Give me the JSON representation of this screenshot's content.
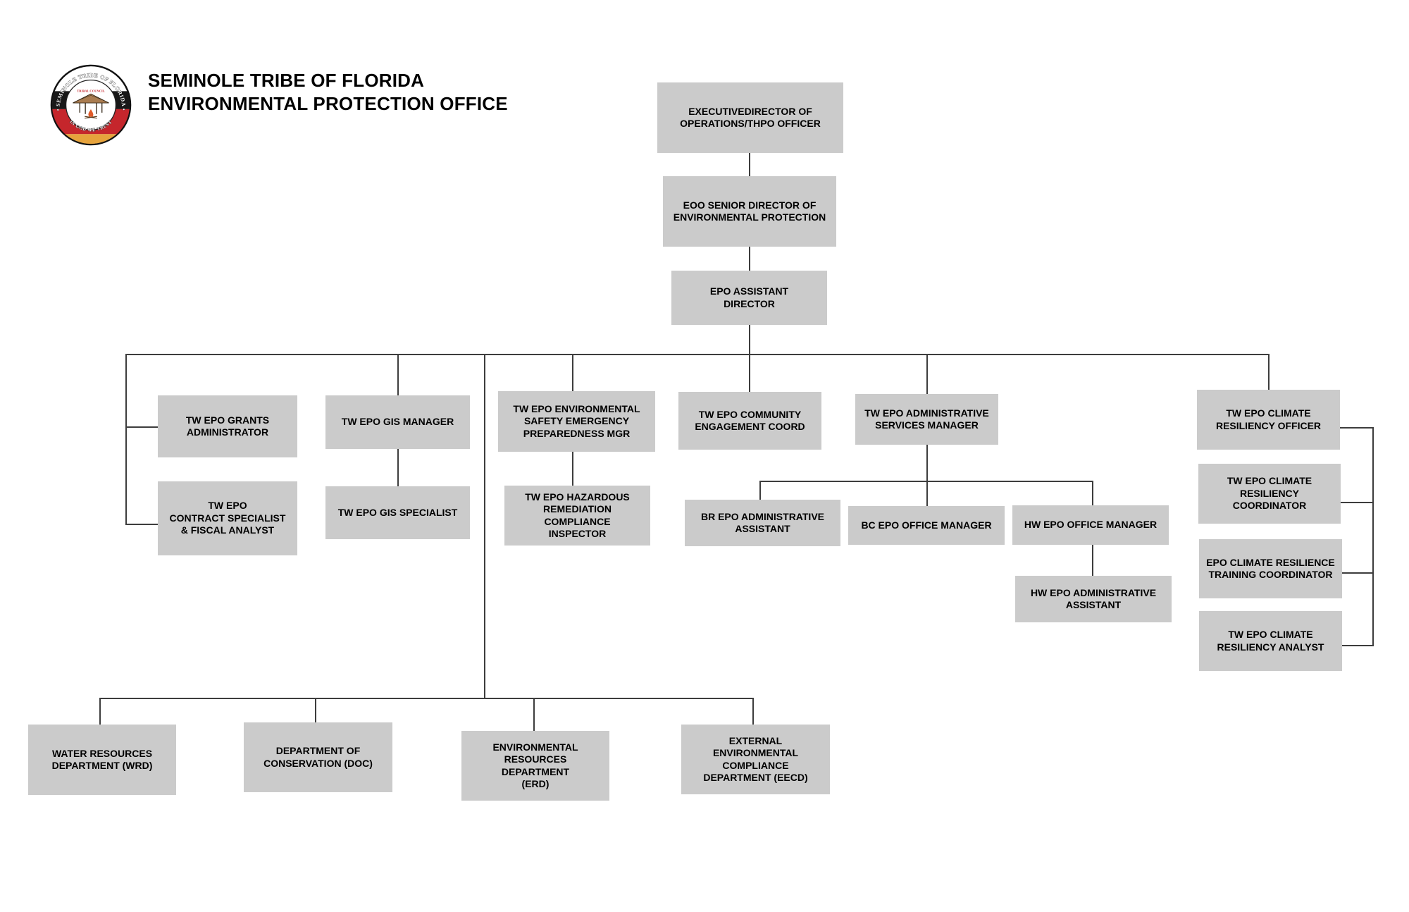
{
  "header": {
    "title_line1": "SEMINOLE TRIBE OF FLORIDA",
    "title_line2": "ENVIRONMENTAL PROTECTION OFFICE"
  },
  "logo": {
    "arc_top": "• SEMINOLE TRIBE OF FLORIDA •",
    "arc_bottom": "IN GOD WE TRUST",
    "council": "TRIBAL COUNCIL"
  },
  "colors": {
    "box_fill": "#cbcbcb",
    "line": "#3d3d3d",
    "text": "#000000",
    "logo_red": "#c5262c",
    "logo_gold": "#e6a33c",
    "logo_black": "#181818"
  },
  "nodes": {
    "exec": "EXECUTIVEDIRECTOR OF\nOPERATIONS/THPO OFFICER",
    "eoo": "EOO SENIOR DIRECTOR OF\nENVIRONMENTAL PROTECTION",
    "asst": "EPO ASSISTANT\nDIRECTOR",
    "grants": "TW EPO GRANTS\nADMINISTRATOR",
    "contract": "TW EPO\nCONTRACT SPECIALIST\n& FISCAL ANALYST",
    "gis_mgr": "TW EPO GIS MANAGER",
    "gis_spec": "TW EPO GIS SPECIALIST",
    "safety": "TW EPO ENVIRONMENTAL\nSAFETY EMERGENCY\nPREPAREDNESS MGR",
    "hazmat": "TW EPO HAZARDOUS\nREMEDIATION\nCOMPLIANCE\nINSPECTOR",
    "community": "TW EPO COMMUNITY\nENGAGEMENT COORD",
    "admin": "TW EPO ADMINISTRATIVE\nSERVICES MANAGER",
    "br_asst": "BR EPO ADMINISTRATIVE\nASSISTANT",
    "bc_mgr": "BC EPO OFFICE MANAGER",
    "hw_mgr": "HW EPO OFFICE MANAGER",
    "hw_asst": "HW EPO ADMINISTRATIVE\nASSISTANT",
    "cr_officer": "TW EPO CLIMATE\nRESILIENCY OFFICER",
    "cr_coord": "TW EPO CLIMATE\nRESILIENCY\nCOORDINATOR",
    "cr_training": "EPO CLIMATE RESILIENCE\nTRAINING COORDINATOR",
    "cr_analyst": "TW EPO CLIMATE\nRESILIENCY ANALYST",
    "wrd": "WATER RESOURCES\nDEPARTMENT (WRD)",
    "doc": "DEPARTMENT OF\nCONSERVATION (DOC)",
    "erd": "ENVIRONMENTAL\nRESOURCES\nDEPARTMENT\n(ERD)",
    "eecd": "EXTERNAL\nENVIRONMENTAL\nCOMPLIANCE\nDEPARTMENT (EECD)"
  }
}
